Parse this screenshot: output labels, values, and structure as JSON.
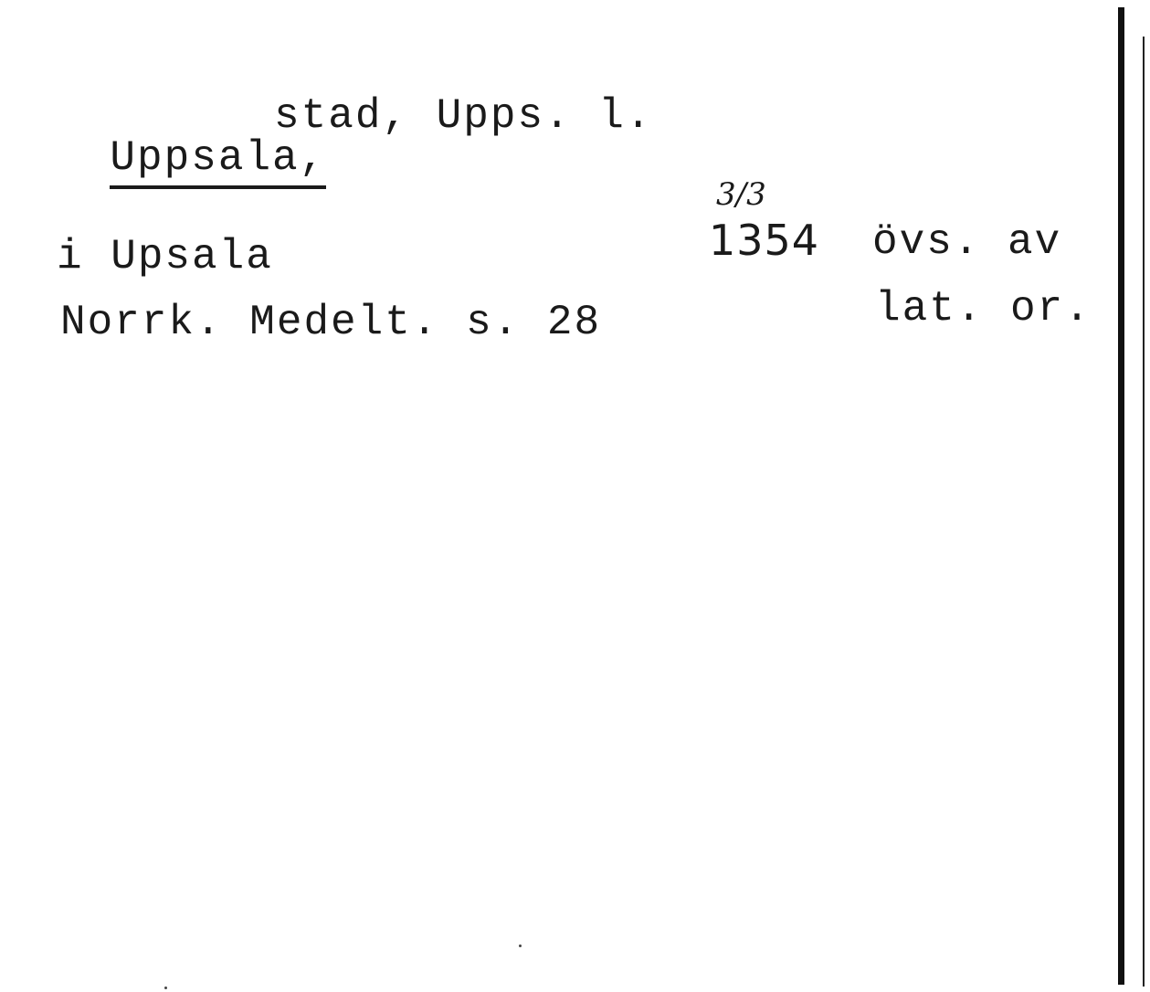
{
  "card": {
    "headword": "Uppsala,",
    "heading_rest": "stad, Upps. l.",
    "line1_left": "i Upsala",
    "line2_left": "Norrk. Medelt. s. 28",
    "date_fraction": "3/3",
    "date_year": "1354",
    "line1_right": "övs. av",
    "line2_right": "lat. or."
  }
}
